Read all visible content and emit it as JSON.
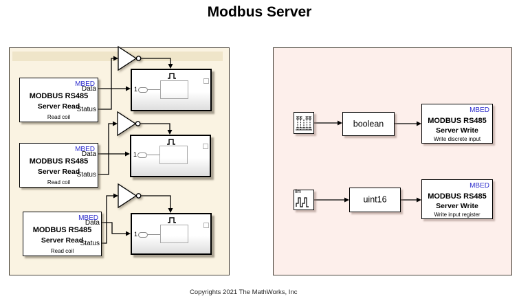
{
  "title": "Modbus Server",
  "footer": {
    "copyright": "Copyrights 2021 The MathWorks, Inc"
  },
  "colors": {
    "left_panel_bg": "#faf3e2",
    "left_panel_strip": "#efe5c9",
    "right_panel_bg": "#fdefeb",
    "panel_border": "#453f35",
    "mbed_blue": "#2b2bcc",
    "wire": "#000000"
  },
  "left_panel": {
    "read_blocks": [
      {
        "tag": "MBED",
        "title": "MODBUS RS485",
        "subtitle": "Server Read",
        "caption": "Read coil",
        "out1": "Data",
        "out2": "Status"
      },
      {
        "tag": "MBED",
        "title": "MODBUS RS485",
        "subtitle": "Server Read",
        "caption": "Read coil",
        "out1": "Data",
        "out2": "Status"
      },
      {
        "tag": "MBED",
        "title": "MODBUS RS485",
        "subtitle": "Server Read",
        "caption": "Read coil",
        "out1": "Data",
        "out2": "Status"
      }
    ],
    "subsystems": [
      {
        "in1": "1"
      },
      {
        "in1": "1"
      },
      {
        "in1": "1"
      }
    ]
  },
  "right_panel": {
    "rows": [
      {
        "source_label": "",
        "converter": "boolean",
        "write": {
          "tag": "MBED",
          "title": "MODBUS RS485",
          "subtitle": "Server Write",
          "caption": "Write discrete input"
        }
      },
      {
        "source_label": "lim",
        "converter": "uint16",
        "write": {
          "tag": "MBED",
          "title": "MODBUS RS485",
          "subtitle": "Server Write",
          "caption": "Write input register"
        }
      }
    ]
  }
}
